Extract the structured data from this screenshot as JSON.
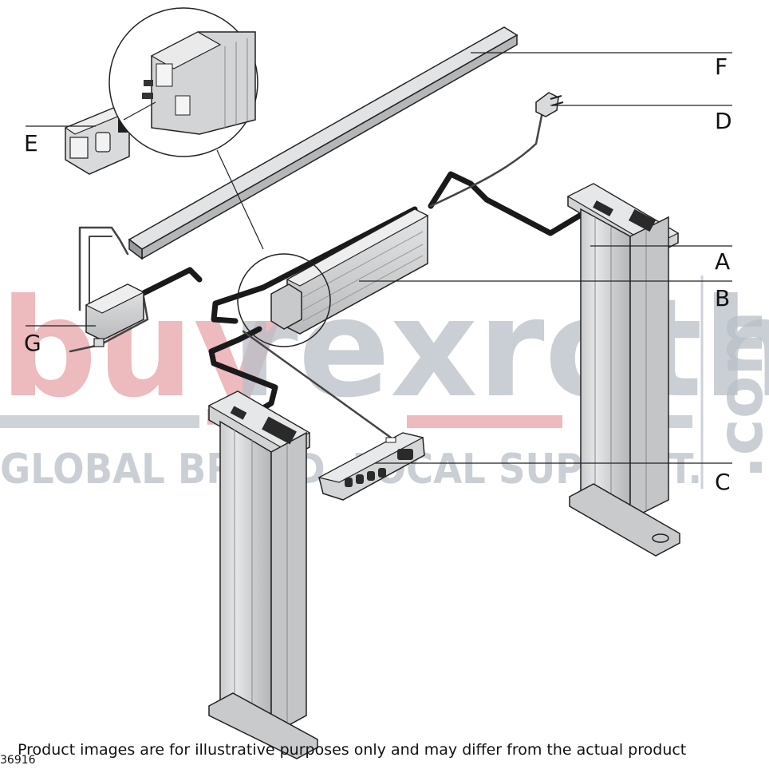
{
  "callouts": {
    "A": "A",
    "B": "B",
    "C": "C",
    "D": "D",
    "E": "E",
    "F": "F",
    "G": "G"
  },
  "watermark": {
    "brand_left": "buy",
    "brand_right": "rexroth",
    "tld": ".com",
    "tagline": "GLOBAL BRAND. LOCAL SUPPORT."
  },
  "footer": {
    "disclaimer": "Product images are for illustrative purposes only and may differ from the actual product",
    "doc_number": "36916"
  },
  "colors": {
    "brand_red": "#e8a3a8",
    "brand_grey": "#b9c0c8",
    "part_fill": "#d9dadb",
    "part_dark": "#3a3a3a",
    "cable": "#1a1a1a"
  },
  "icons": [
    "lifting-column-icon",
    "control-box-icon",
    "hand-switch-icon",
    "power-plug-icon",
    "connector-icon",
    "crossbar-profile-icon",
    "power-supply-icon"
  ]
}
